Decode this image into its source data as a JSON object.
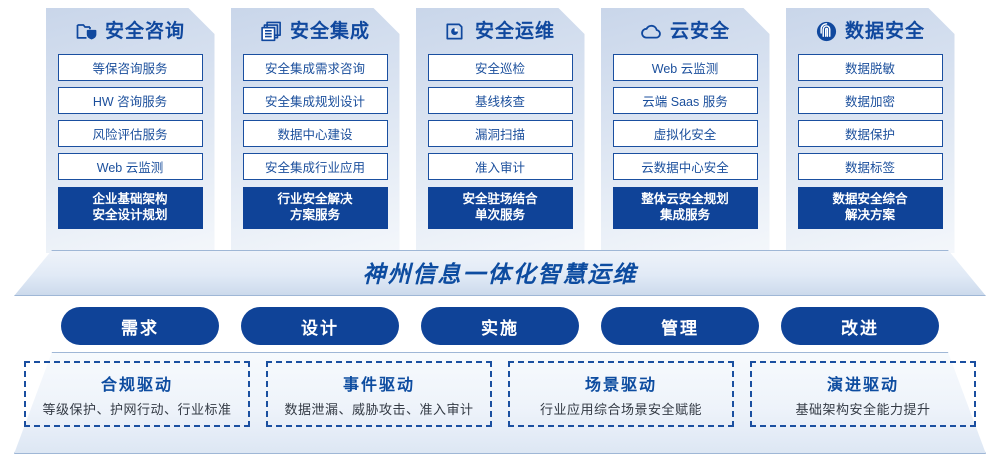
{
  "pillars": [
    {
      "icon": "folder-shield-icon",
      "title": "安全咨询",
      "items": [
        "等保咨询服务",
        "HW 咨询服务",
        "风险评估服务",
        "Web 云监测"
      ],
      "highlight": [
        "企业基础架构",
        "安全设计规划"
      ]
    },
    {
      "icon": "stacked-documents-icon",
      "title": "安全集成",
      "items": [
        "安全集成需求咨询",
        "安全集成规划设计",
        "数据中心建设",
        "安全集成行业应用"
      ],
      "highlight": [
        "行业安全解决",
        "方案服务"
      ]
    },
    {
      "icon": "monitor-chart-icon",
      "title": "安全运维",
      "items": [
        "安全巡检",
        "基线核查",
        "漏洞扫描",
        "准入审计"
      ],
      "highlight": [
        "安全驻场结合",
        "单次服务"
      ]
    },
    {
      "icon": "cloud-icon",
      "title": "云安全",
      "items": [
        "Web 云监测",
        "云端 Saas 服务",
        "虚拟化安全",
        "云数据中心安全"
      ],
      "highlight": [
        "整体云安全规划",
        "集成服务"
      ]
    },
    {
      "icon": "fingerprint-icon",
      "title": "数据安全",
      "items": [
        "数据脱敏",
        "数据加密",
        "数据保护",
        "数据标签"
      ],
      "highlight": [
        "数据安全综合",
        "解决方案"
      ]
    }
  ],
  "banner": {
    "text": "神州信息一体化智慧运维"
  },
  "stages": [
    {
      "label": "需求"
    },
    {
      "label": "设计"
    },
    {
      "label": "实施"
    },
    {
      "label": "管理"
    },
    {
      "label": "改进"
    }
  ],
  "drivers": [
    {
      "title": "合规驱动",
      "subtitle": "等级保护、护网行动、行业标准"
    },
    {
      "title": "事件驱动",
      "subtitle": "数据泄漏、威胁攻击、准入审计"
    },
    {
      "title": "场景驱动",
      "subtitle": "行业应用综合场景安全赋能"
    },
    {
      "title": "演进驱动",
      "subtitle": "基础架构安全能力提升"
    }
  ],
  "colors": {
    "brand_blue": "#0f4398",
    "text_blue": "#1b4f9c",
    "panel_top": "#c9d6ea",
    "panel_bottom": "#f4f7fb"
  }
}
